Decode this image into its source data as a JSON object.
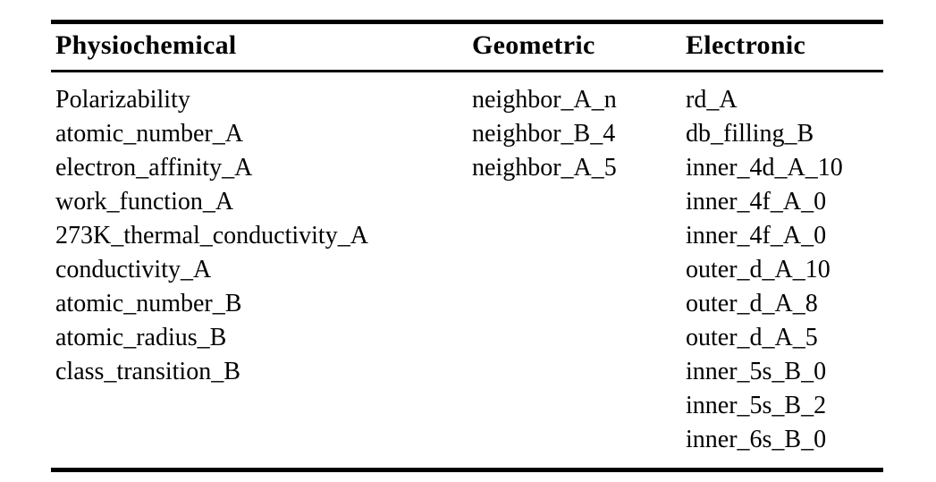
{
  "table": {
    "columns": [
      {
        "header": "Physiochemical",
        "items": [
          "Polarizability",
          "atomic_number_A",
          "electron_affinity_A",
          "work_function_A",
          "273K_thermal_conductivity_A",
          "conductivity_A",
          "atomic_number_B",
          "atomic_radius_B",
          "class_transition_B"
        ]
      },
      {
        "header": "Geometric",
        "items": [
          "neighbor_A_n",
          "neighbor_B_4",
          "neighbor_A_5"
        ]
      },
      {
        "header": "Electronic",
        "items": [
          "rd_A",
          "db_filling_B",
          "inner_4d_A_10",
          "inner_4f_A_0",
          "inner_4f_A_0",
          "outer_d_A_10",
          "outer_d_A_8",
          "outer_d_A_5",
          "inner_5s_B_0",
          "inner_5s_B_2",
          "inner_6s_B_0"
        ]
      }
    ]
  },
  "colors": {
    "background": "#ffffff",
    "text": "#000000",
    "rule": "#000000"
  }
}
